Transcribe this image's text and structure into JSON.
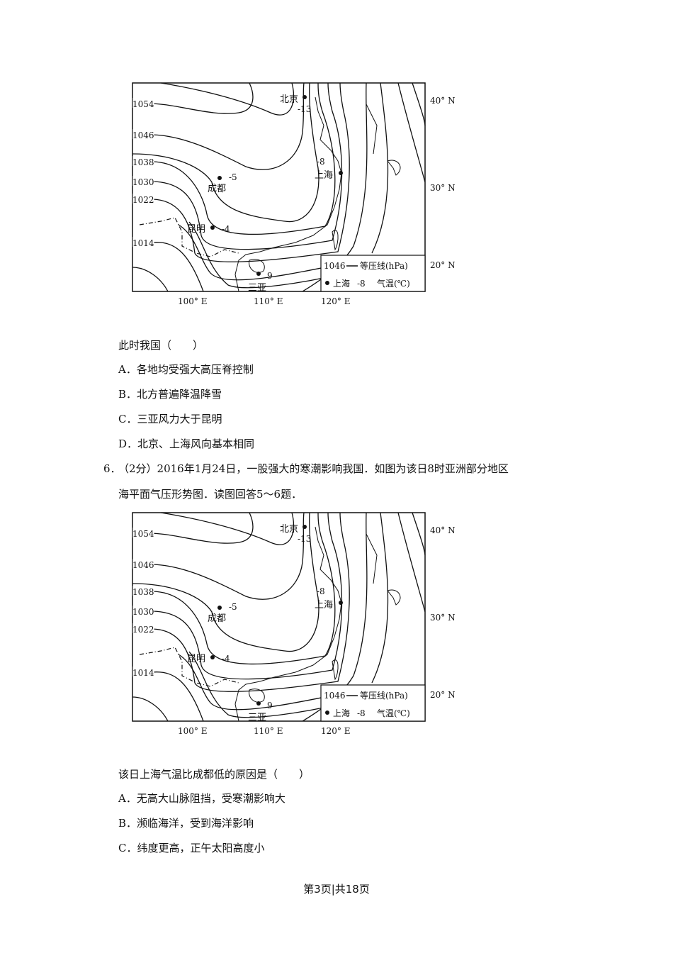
{
  "map": {
    "isobar_labels": [
      "1054",
      "1046",
      "1038",
      "1030",
      "1022",
      "1014"
    ],
    "lat_labels": [
      "40° N",
      "30° N",
      "20° N"
    ],
    "lon_labels": [
      "100° E",
      "110° E",
      "120° E"
    ],
    "cities": {
      "beijing": {
        "name": "北京",
        "temp": "-13"
      },
      "shanghai": {
        "name": "上海",
        "temp": "-8"
      },
      "chengdu": {
        "name": "成都",
        "temp": "-5"
      },
      "kunming": {
        "name": "昆明",
        "temp": "-4"
      },
      "sanya": {
        "name": "三亚",
        "temp": "9"
      }
    },
    "legend": {
      "isobar_value": "1046",
      "isobar_text": "等压线(hPa)",
      "city": "上海",
      "temp": "-8",
      "temp_text": "气温(℃)"
    }
  },
  "q5": {
    "stem": "此时我国（　　）",
    "options": [
      "A．各地均受强大高压脊控制",
      "B．北方普遍降温降雪",
      "C．三亚风力大于昆明",
      "D．北京、上海风向基本相同"
    ]
  },
  "q6": {
    "number": "6．",
    "line1": "（2分）2016年1月24日，一股强大的寒潮影响我国．如图为该日8时亚洲部分地区",
    "line2": "海平面气压形势图．读图回答5～6题．",
    "stem": "该日上海气温比成都低的原因是（　　）",
    "options": [
      "A．无高大山脉阻挡，受寒潮影响大",
      "B．濒临海洋，受到海洋影响",
      "C．纬度更高，正午太阳高度小"
    ]
  },
  "footer": "第3页|共18页"
}
